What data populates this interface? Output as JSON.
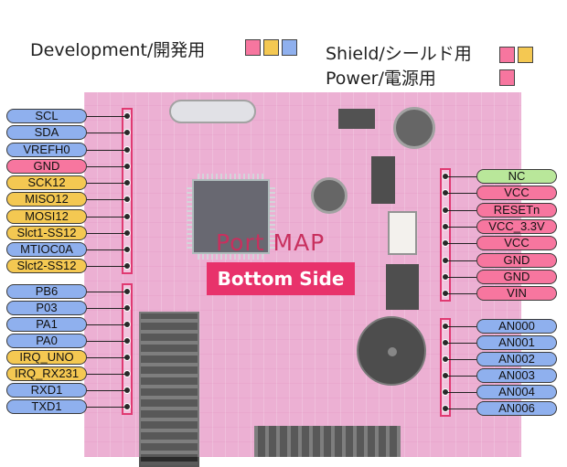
{
  "legend": {
    "development": "Development/開発用",
    "shield": "Shield/シールド用",
    "power": "Power/電源用"
  },
  "colors": {
    "blue": "#8fb0ee",
    "pink": "#f7769f",
    "yellow": "#f4c852",
    "green": "#b9e79a"
  },
  "title": "Port MAP",
  "subtitle": "Bottom Side",
  "left_upper_pins": [
    {
      "label": "SCL",
      "color": "blue"
    },
    {
      "label": "SDA",
      "color": "blue"
    },
    {
      "label": "VREFH0",
      "color": "blue"
    },
    {
      "label": "GND",
      "color": "pink"
    },
    {
      "label": "SCK12",
      "color": "yellow"
    },
    {
      "label": "MISO12",
      "color": "yellow"
    },
    {
      "label": "MOSI12",
      "color": "yellow"
    },
    {
      "label": "Slct1-SS12",
      "color": "yellow"
    },
    {
      "label": "MTIOC0A",
      "color": "blue"
    },
    {
      "label": "Slct2-SS12",
      "color": "yellow"
    }
  ],
  "left_lower_pins": [
    {
      "label": "PB6",
      "color": "blue"
    },
    {
      "label": "P03",
      "color": "blue"
    },
    {
      "label": "PA1",
      "color": "blue"
    },
    {
      "label": "PA0",
      "color": "blue"
    },
    {
      "label": "IRQ_UNO",
      "color": "yellow"
    },
    {
      "label": "IRQ_RX231",
      "color": "yellow"
    },
    {
      "label": "RXD1",
      "color": "blue"
    },
    {
      "label": "TXD1",
      "color": "blue"
    }
  ],
  "right_upper_pins": [
    {
      "label": "NC",
      "color": "green"
    },
    {
      "label": "VCC",
      "color": "pink"
    },
    {
      "label": "RESETn",
      "color": "pink"
    },
    {
      "label": "VCC_3.3V",
      "color": "pink"
    },
    {
      "label": "VCC",
      "color": "pink"
    },
    {
      "label": "GND",
      "color": "pink"
    },
    {
      "label": "GND",
      "color": "pink"
    },
    {
      "label": "VIN",
      "color": "pink"
    }
  ],
  "right_lower_pins": [
    {
      "label": "AN000",
      "color": "blue"
    },
    {
      "label": "AN001",
      "color": "blue"
    },
    {
      "label": "AN002",
      "color": "blue"
    },
    {
      "label": "AN003",
      "color": "blue"
    },
    {
      "label": "AN004",
      "color": "blue"
    },
    {
      "label": "AN006",
      "color": "blue"
    }
  ]
}
